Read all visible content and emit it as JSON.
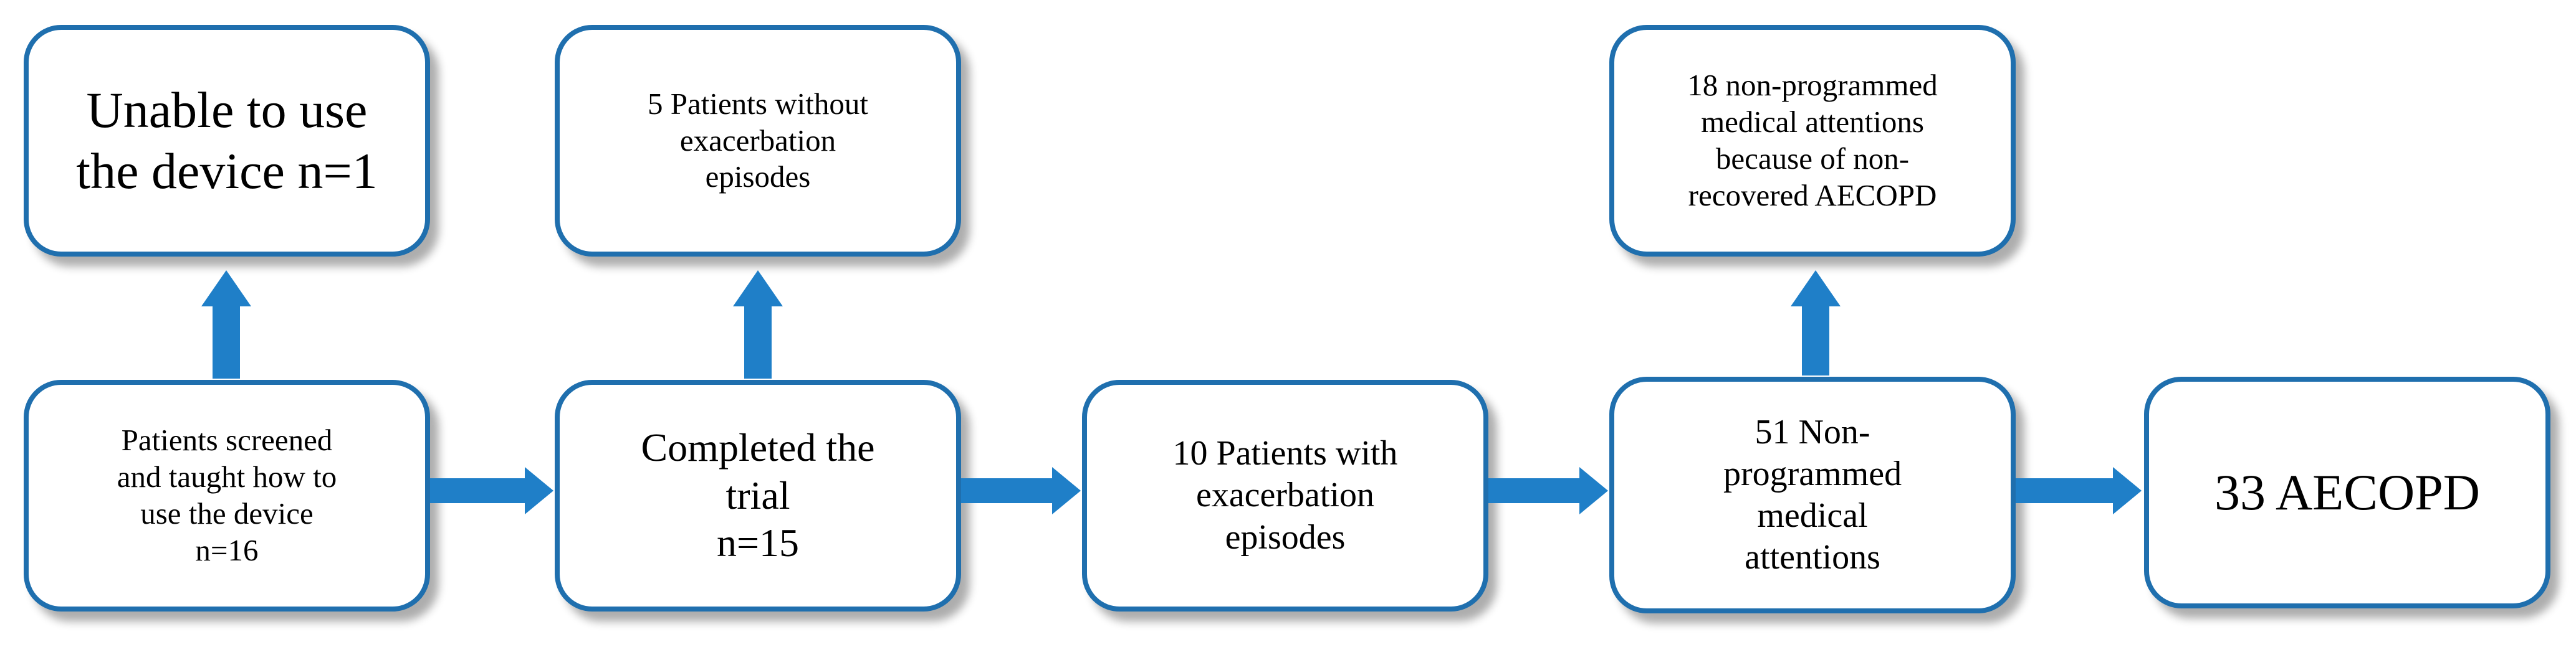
{
  "colors": {
    "box_border": "#1f6fae",
    "arrow": "#1f7fc8",
    "box_fill": "#ffffff"
  },
  "boxes": {
    "unable": "Unable to use\nthe device n=1",
    "without_exacerbation": "5 Patients without\nexacerbation\nepisodes",
    "non_recovered": "18 non-programmed\nmedical attentions\nbecause of non-\nrecovered AECOPD",
    "screened": "Patients screened\nand taught how to\nuse the device\nn=16",
    "completed": "Completed the\ntrial\nn=15",
    "with_exacerbation": "10 Patients with\nexacerbation\nepisodes",
    "non_programmed": "51 Non-\nprogrammed\nmedical\nattentions",
    "aecopd": "33 AECOPD"
  }
}
